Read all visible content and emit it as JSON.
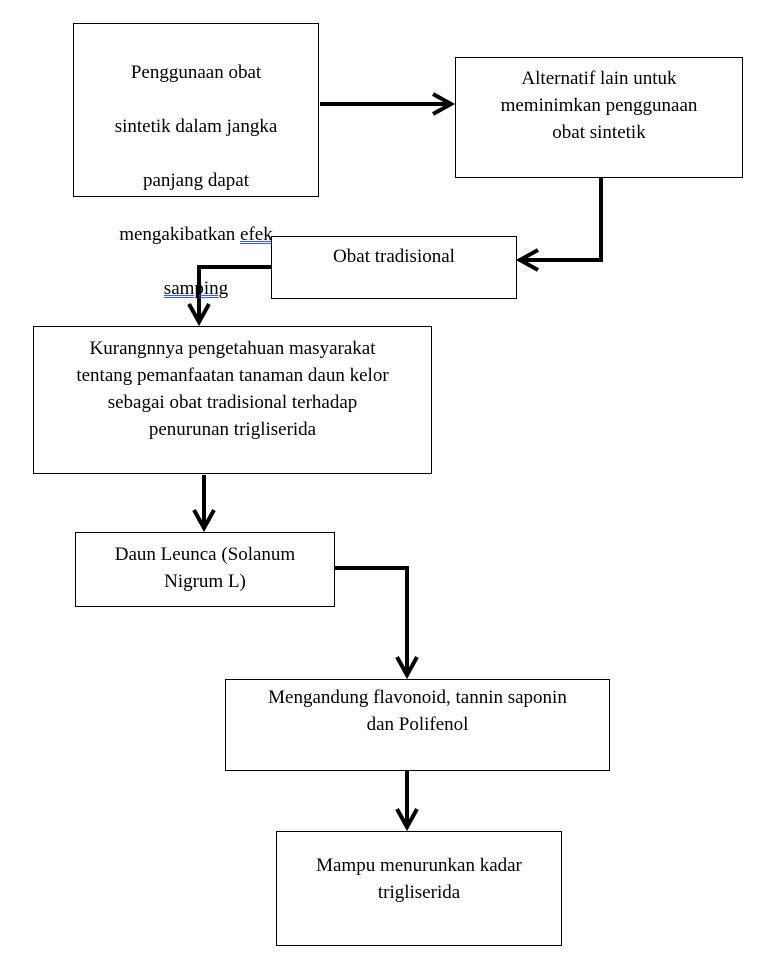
{
  "diagram": {
    "box1": {
      "line1": "Penggunaan obat",
      "line2": "sintetik dalam jangka",
      "line3": "panjang dapat",
      "line4_prefix": "mengakibatkan ",
      "line4_link": "efek ",
      "line5_link": "samping"
    },
    "box2": {
      "text": "Alternatif lain untuk\nmeminimkan penggunaan\nobat sintetik"
    },
    "box3": {
      "text": "Obat tradisional"
    },
    "box4": {
      "text": "Kurangnnya pengetahuan masyarakat\ntentang pemanfaatan tanaman daun kelor\nsebagai obat tradisional terhadap\npenurunan trigliserida"
    },
    "box5": {
      "text": "Daun Leunca (Solanum\nNigrum L)"
    },
    "box6": {
      "text": "Mengandung flavonoid, tannin saponin\ndan Polifenol"
    },
    "box7": {
      "text": "Mampu menurunkan kadar\ntrigliserida"
    }
  }
}
